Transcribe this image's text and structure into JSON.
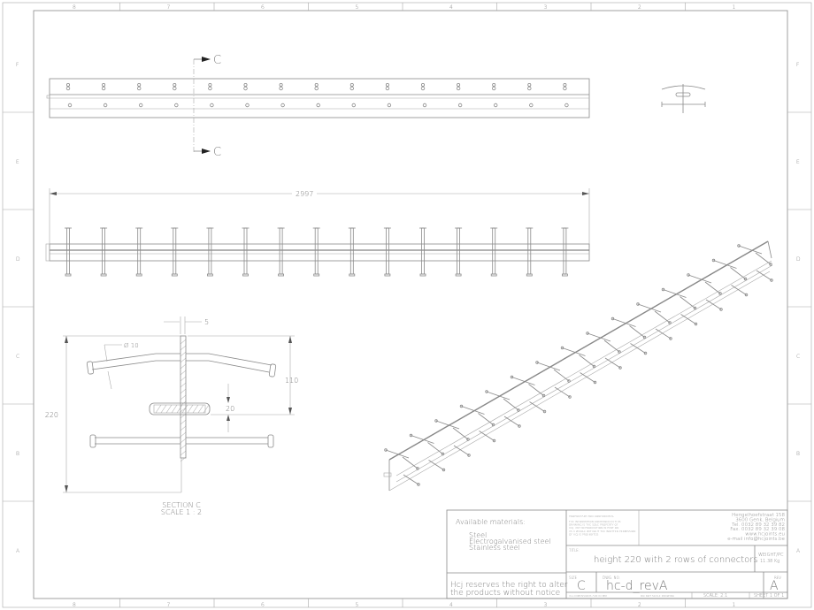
{
  "frame": {
    "column_labels": [
      "8",
      "7",
      "6",
      "5",
      "4",
      "3",
      "2",
      "1"
    ],
    "row_labels": [
      "F",
      "E",
      "D",
      "C",
      "B",
      "A"
    ]
  },
  "views": {
    "section_marker": "C",
    "overall_length": "2997",
    "section": {
      "thickness": "5",
      "diameter": "Ø 10",
      "height_upper": "110",
      "plate_height": "20",
      "total_height": "220",
      "title": "SECTION C",
      "scale": "SCALE 1 : 2"
    },
    "connector_count": 15
  },
  "title_block": {
    "materials_heading": "Available materials:",
    "materials": [
      "Steel",
      "Electrogalvanised steel",
      "Stainless steel"
    ],
    "disclaimer": [
      "Hcj reserves the right to alter",
      "the products without notice"
    ],
    "proprietary_heading": "PROPRIETARY AND CONFIDENTIAL",
    "proprietary_text": [
      "THE INFORMATION CONTAINED IN THIS",
      "DRAWING IS THE SOLE PROPERTY OF",
      "HCJ. ANY REPRODUCTION IN PART OR",
      "AS A WHOLE WITHOUT THE WRITTEN PERMISSION",
      "OF HCJ IS PROHIBITED."
    ],
    "address": [
      "Hengelhoefstraat 158",
      "3600 Genk, Belgium",
      "Tel.  0032 89 32 39 82",
      "Fax. 0032 89 32 39 08",
      "www.hcjoints.eu",
      "e-mail info@hcjoints.be"
    ],
    "title_label": "TITLE:",
    "title": "height 220 with 2 rows of connectors",
    "weight_label": "WEIGHT/PC",
    "weight": "11.38  Kg",
    "size_label": "SIZE",
    "size": "C",
    "dwg_label": "DWG. NO.",
    "dwg_no": "hc-d_revA",
    "rev_label": "REV",
    "rev": "A",
    "dimensions_note": "ALL DIMENSIONS ARE IN MM",
    "scale_note": "DO NOT SCALE DRAWING",
    "scale": "SCALE: 2:1",
    "sheet": "SHEET 1 OF 1"
  }
}
